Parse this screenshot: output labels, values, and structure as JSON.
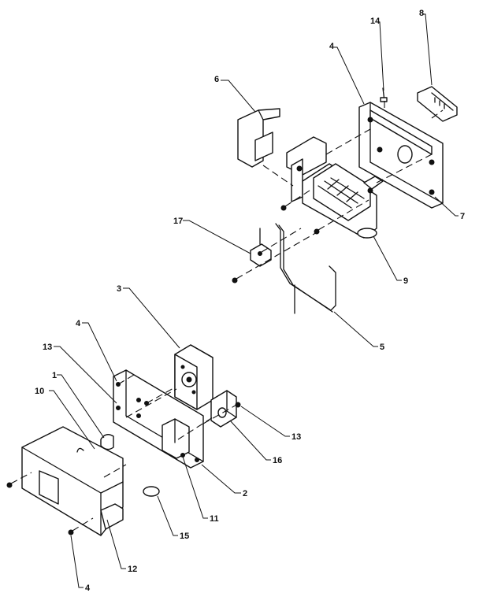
{
  "callouts": [
    {
      "id": "c14",
      "label": "14"
    },
    {
      "id": "c8",
      "label": "8"
    },
    {
      "id": "c4a",
      "label": "4"
    },
    {
      "id": "c6",
      "label": "6"
    },
    {
      "id": "c7",
      "label": "7"
    },
    {
      "id": "c17",
      "label": "17"
    },
    {
      "id": "c9",
      "label": "9"
    },
    {
      "id": "c5",
      "label": "5"
    },
    {
      "id": "c3",
      "label": "3"
    },
    {
      "id": "c4b",
      "label": "4"
    },
    {
      "id": "c13a",
      "label": "13"
    },
    {
      "id": "c1",
      "label": "1"
    },
    {
      "id": "c10",
      "label": "10"
    },
    {
      "id": "c13b",
      "label": "13"
    },
    {
      "id": "c16",
      "label": "16"
    },
    {
      "id": "c2",
      "label": "2"
    },
    {
      "id": "c11",
      "label": "11"
    },
    {
      "id": "c15",
      "label": "15"
    },
    {
      "id": "c12",
      "label": "12"
    },
    {
      "id": "c4c",
      "label": "4"
    }
  ]
}
